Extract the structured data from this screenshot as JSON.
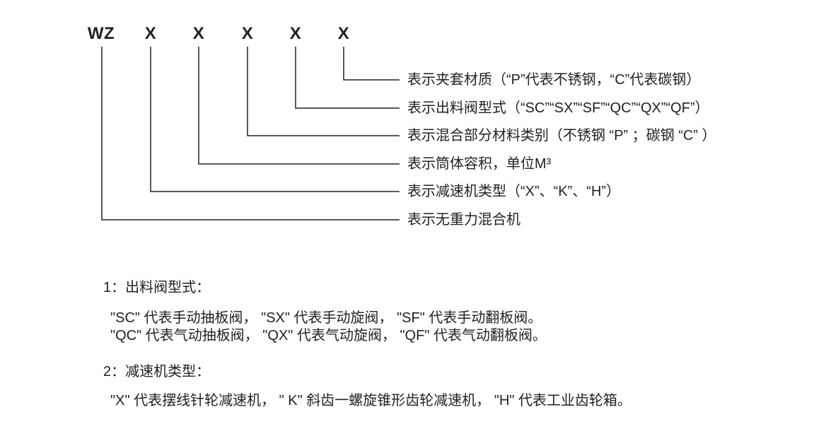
{
  "model_code": {
    "prefix": "WZ",
    "placeholders": [
      "X",
      "X",
      "X",
      "X",
      "X"
    ]
  },
  "diagram": {
    "labels": [
      {
        "id": "jacket-material",
        "text": "表示夹套材质（“P”代表不锈钢，“C”代表碳钢）"
      },
      {
        "id": "discharge-valve-type",
        "text": "表示出料阀型式（“SC”“SX”“SF”“QC”“QX”“QF”）"
      },
      {
        "id": "mixing-material-category",
        "text": "表示混合部分材料类别（不锈钢 “P” ；碳钢 “C” ）"
      },
      {
        "id": "barrel-volume",
        "text": "表示筒体容积，单位M³"
      },
      {
        "id": "reducer-type",
        "text": "表示减速机类型（“X”、“K”、“H”）"
      },
      {
        "id": "mixer-name",
        "text": "表示无重力混合机"
      }
    ]
  },
  "notes": {
    "note1_title": "1：出料阀型式：",
    "note1_lines": [
      "\"SC\" 代表手动抽板阀， \"SX\" 代表手动旋阀， \"SF\" 代表手动翻板阀。",
      "\"QC\" 代表气动抽板阀， \"QX\" 代表气动旋阀， \"QF\" 代表气动翻板阀。"
    ],
    "note2_title": "2：减速机类型：",
    "note2_lines": [
      "\"X\" 代表摆线针轮减速机， \" K\" 斜齿一螺旋锥形齿轮减速机， \"H\" 代表工业齿轮箱。"
    ]
  },
  "colors": {
    "background": "#ffffff",
    "text": "#222222",
    "line": "#222222"
  }
}
